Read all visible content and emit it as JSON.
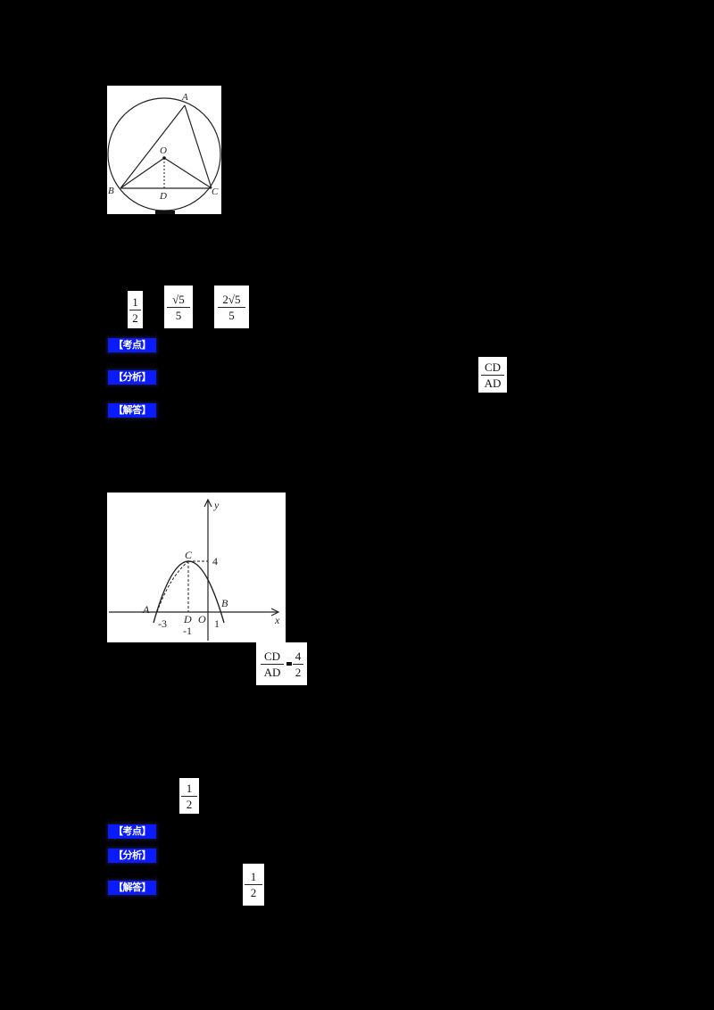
{
  "page": {
    "background": "#000000",
    "tag_color": "#0a1bff"
  },
  "question1": {
    "figure": {
      "points": {
        "A": "A",
        "O": "O",
        "B": "B",
        "C": "C",
        "D": "D"
      }
    },
    "options": [
      {
        "num": "1",
        "den": "2"
      },
      {
        "num": "√5",
        "den": "5"
      },
      {
        "num": "2√5",
        "den": "5"
      }
    ],
    "tags": {
      "kaodian": "【考点】",
      "fenxi": "【分析】",
      "jieda": "【解答】"
    },
    "fenxi_fraction": {
      "num": "CD",
      "den": "AD"
    }
  },
  "question2": {
    "figure": {
      "labels": {
        "x_axis": "x",
        "y_axis": "y",
        "A": "A",
        "B": "B",
        "C": "C",
        "D": "D",
        "O": "O"
      },
      "ticks": {
        "y_4": "4",
        "x_neg3": "-3",
        "x_neg1": "-1",
        "x_1": "1"
      }
    },
    "ratio": {
      "left": {
        "num": "CD",
        "den": "AD"
      },
      "right": {
        "num": "4",
        "den": "2"
      }
    }
  },
  "question3": {
    "fraction1": {
      "num": "1",
      "den": "2"
    },
    "tags": {
      "kaodian": "【考点】",
      "fenxi": "【分析】",
      "jieda": "【解答】"
    },
    "jieda_fraction": {
      "num": "1",
      "den": "2"
    }
  }
}
